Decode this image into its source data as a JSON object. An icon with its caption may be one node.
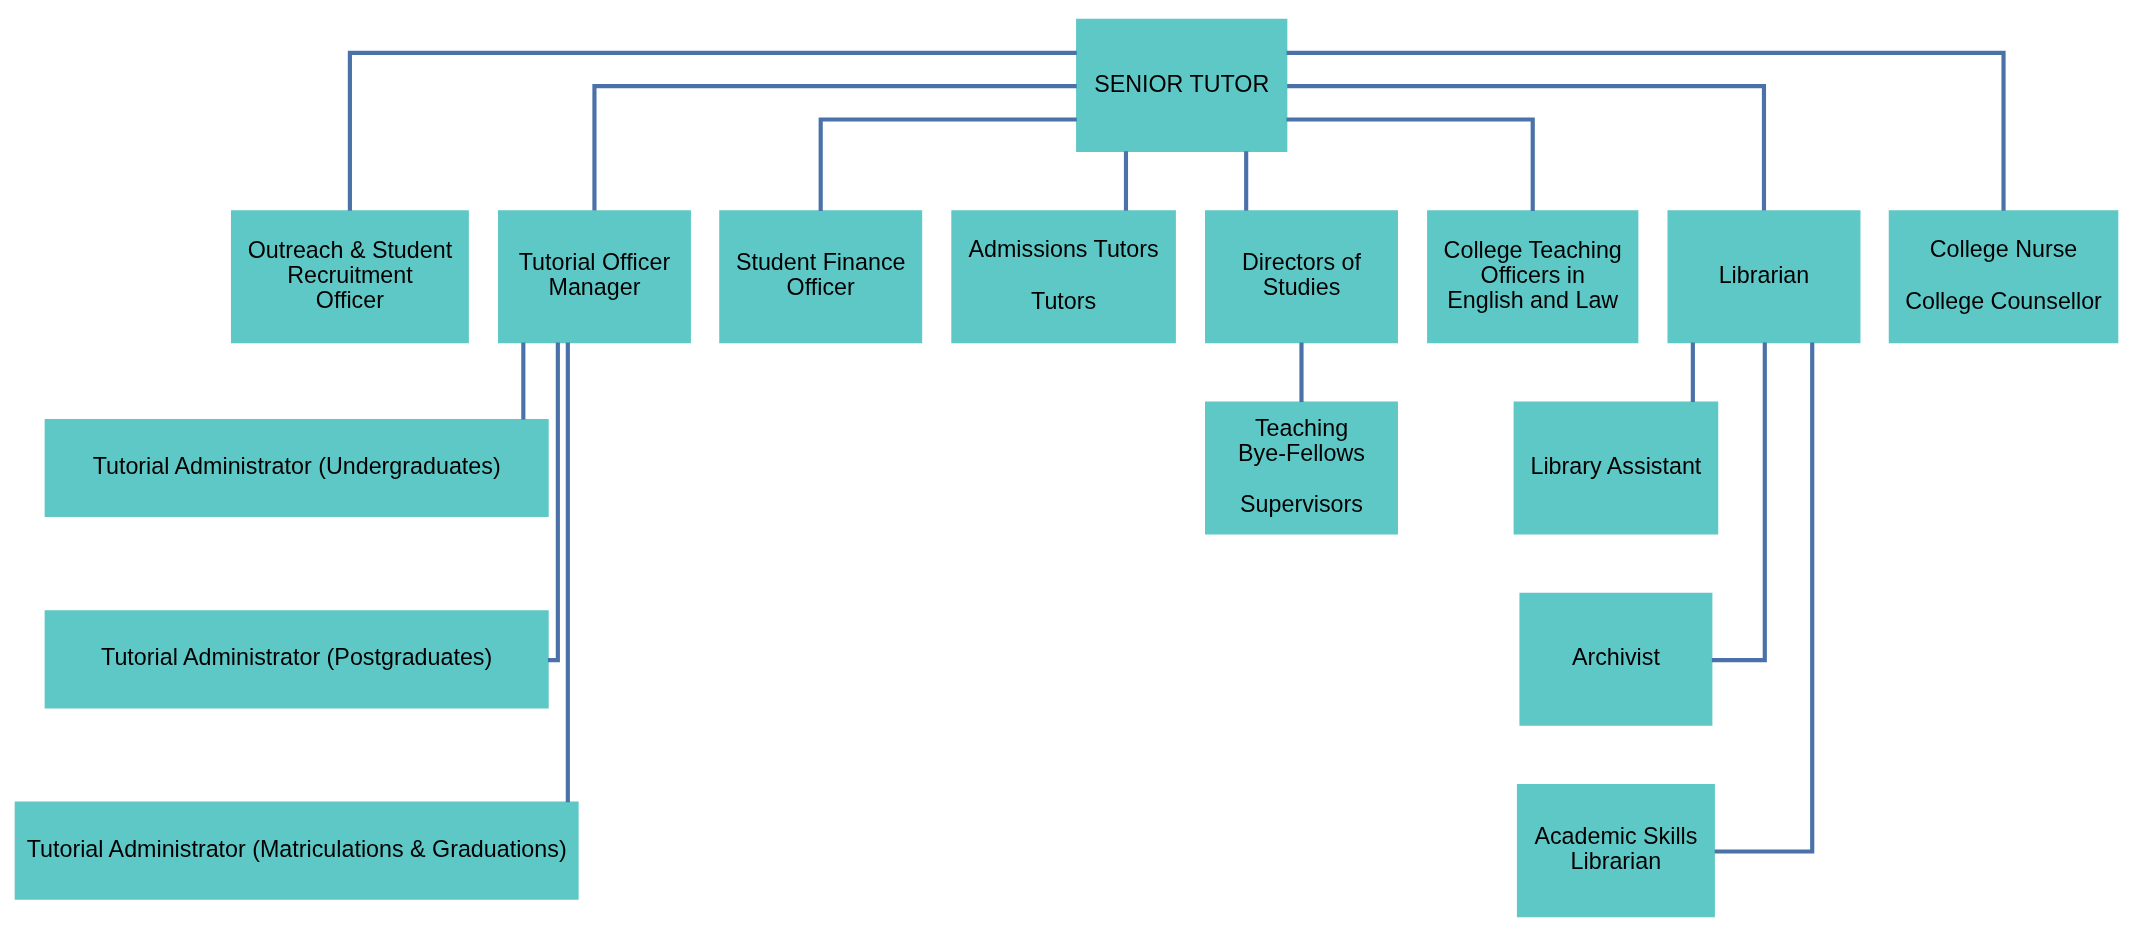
{
  "diagram": {
    "nodes": [
      {
        "text": [
          "SENIOR TUTOR"
        ]
      },
      {
        "text": [
          "Outreach & Student Recruitment Officer"
        ]
      },
      {
        "text": [
          "Tutorial Officer Manager"
        ]
      },
      {
        "text": [
          "Student Finance Officer"
        ]
      },
      {
        "text": [
          "Admissions Tutors",
          "Tutors"
        ]
      },
      {
        "text": [
          "Directors of Studies"
        ]
      },
      {
        "text": [
          "College Teaching Officers in English and Law"
        ]
      },
      {
        "text": [
          "Librarian"
        ]
      },
      {
        "text": [
          "College Nurse",
          "College Counsellor"
        ]
      },
      {
        "text": [
          "Tutorial Administrator (Undergraduates)"
        ]
      },
      {
        "text": [
          "Tutorial Administrator (Postgraduates)"
        ]
      },
      {
        "text": [
          "Tutorial Administrator (Matriculations & Graduations)"
        ]
      },
      {
        "text": [
          "Teaching Bye-Fellows",
          "Supervisors"
        ]
      },
      {
        "text": [
          "Library Assistant"
        ]
      },
      {
        "text": [
          "Archivist"
        ]
      },
      {
        "text": [
          "Academic Skills Librarian"
        ]
      }
    ],
    "edges": [
      {
        "from": 0,
        "to": 1,
        "arrow": "none"
      },
      {
        "from": 0,
        "to": 2,
        "arrow": "none"
      },
      {
        "from": 0,
        "to": 3,
        "arrow": "none"
      },
      {
        "from": 0,
        "to": 4,
        "arrow": "none"
      },
      {
        "from": 0,
        "to": 5,
        "arrow": "none"
      },
      {
        "from": 0,
        "to": 6,
        "arrow": "none"
      },
      {
        "from": 0,
        "to": 7,
        "arrow": "none"
      },
      {
        "from": 0,
        "to": 8,
        "arrow": "none"
      },
      {
        "from": 2,
        "to": 9,
        "arrow": "none"
      },
      {
        "from": 2,
        "to": 10,
        "arrow": "none"
      },
      {
        "from": 2,
        "to": 11,
        "arrow": "none"
      },
      {
        "from": 5,
        "to": 12,
        "arrow": "none"
      },
      {
        "from": 7,
        "to": 13,
        "arrow": "none"
      },
      {
        "from": 7,
        "to": 14,
        "arrow": "none"
      },
      {
        "from": 7,
        "to": 15,
        "arrow": "none"
      }
    ]
  }
}
